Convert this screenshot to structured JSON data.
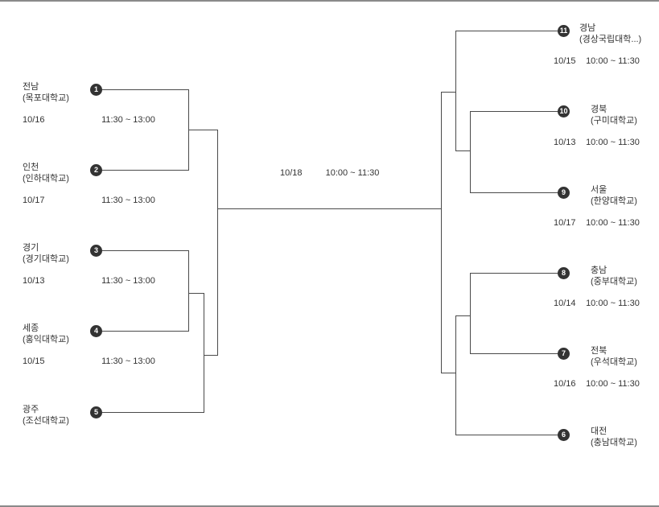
{
  "final": {
    "date": "10/18",
    "time": "10:00 ~ 11:30"
  },
  "left": [
    {
      "seed": "1",
      "region": "전남",
      "school": "(목포대학교)",
      "date": "10/16",
      "time": "11:30 ~ 13:00"
    },
    {
      "seed": "2",
      "region": "인천",
      "school": "(인하대학교)",
      "date": "10/17",
      "time": "11:30 ~ 13:00"
    },
    {
      "seed": "3",
      "region": "경기",
      "school": "(경기대학교)",
      "date": "10/13",
      "time": "11:30 ~ 13:00"
    },
    {
      "seed": "4",
      "region": "세종",
      "school": "(홍익대학교)",
      "date": "10/15",
      "time": "11:30 ~ 13:00"
    },
    {
      "seed": "5",
      "region": "광주",
      "school": "(조선대학교)"
    }
  ],
  "right": [
    {
      "seed": "11",
      "region": "경남",
      "school": "(경상국립대학...)",
      "date": "10/15",
      "time": "10:00 ~ 11:30"
    },
    {
      "seed": "10",
      "region": "경북",
      "school": "(구미대학교)",
      "date": "10/13",
      "time": "10:00 ~ 11:30"
    },
    {
      "seed": "9",
      "region": "서울",
      "school": "(한양대학교)",
      "date": "10/17",
      "time": "10:00 ~ 11:30"
    },
    {
      "seed": "8",
      "region": "충남",
      "school": "(중부대학교)",
      "date": "10/14",
      "time": "10:00 ~ 11:30"
    },
    {
      "seed": "7",
      "region": "전북",
      "school": "(우석대학교)",
      "date": "10/16",
      "time": "10:00 ~ 11:30"
    },
    {
      "seed": "6",
      "region": "대전",
      "school": "(충남대학교)"
    }
  ]
}
